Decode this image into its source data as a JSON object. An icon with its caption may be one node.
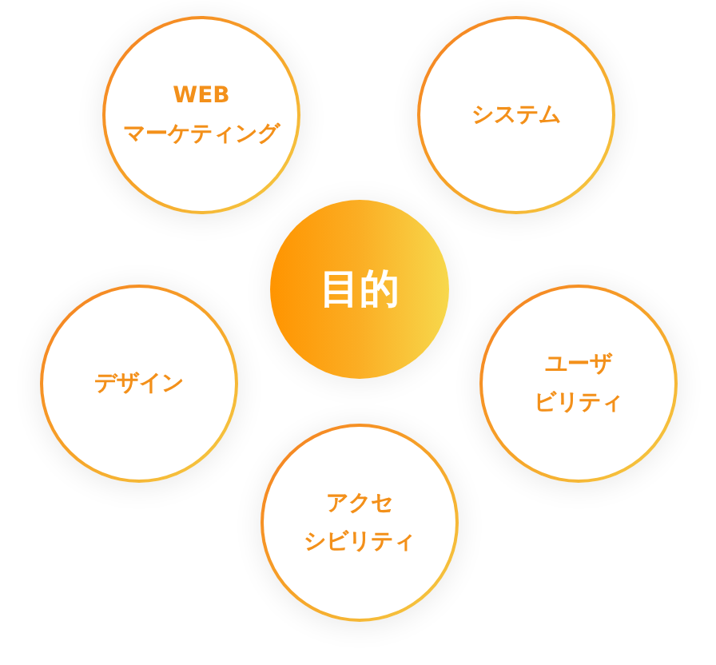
{
  "diagram": {
    "nodes": [
      {
        "text": [
          "WEBマーケティング"
        ]
      },
      {
        "text": [
          "システム"
        ]
      },
      {
        "text": [
          "目的"
        ]
      },
      {
        "text": [
          "デザイン"
        ]
      },
      {
        "text": [
          "ユーザビリティ"
        ]
      },
      {
        "text": [
          "アクセシビリティ"
        ]
      }
    ]
  }
}
